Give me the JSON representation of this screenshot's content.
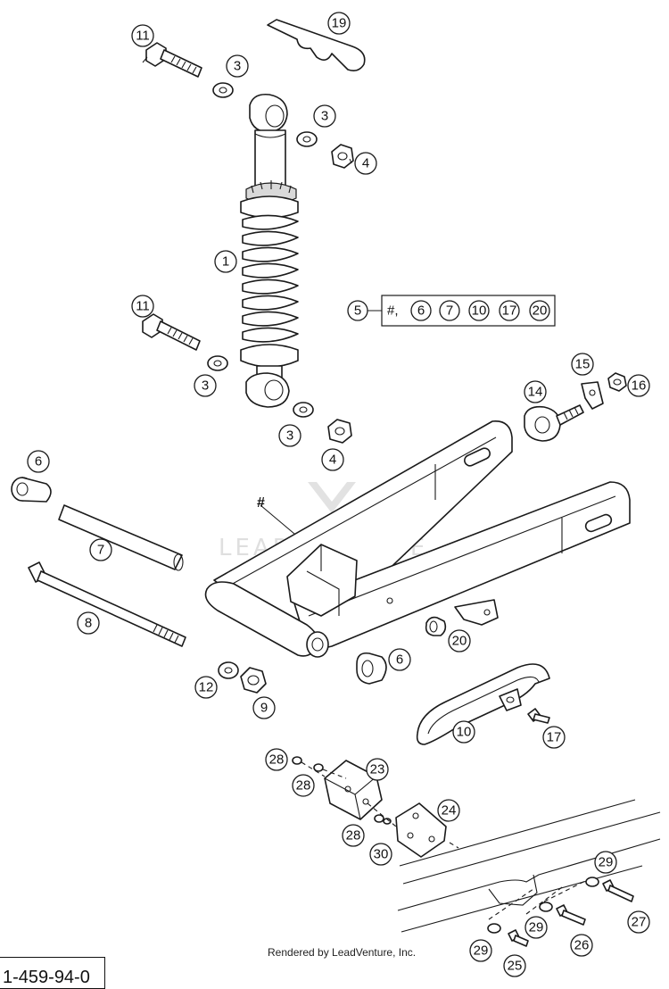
{
  "callouts": {
    "c11a": "11",
    "c19": "19",
    "c3a": "3",
    "c3b": "3",
    "c4a": "4",
    "c1": "1",
    "c11b": "11",
    "c3c": "3",
    "c3d": "3",
    "c4b": "4",
    "c14": "14",
    "c15": "15",
    "c16": "16",
    "c6a": "6",
    "c7": "7",
    "c8": "8",
    "c12": "12",
    "c9": "9",
    "c6b": "6",
    "c20": "20",
    "c10": "10",
    "c17": "17",
    "c28a": "28",
    "c28b": "28",
    "c23": "23",
    "c24": "24",
    "c28c": "28",
    "c30": "30",
    "c29a": "29",
    "c27": "27",
    "c29b": "29",
    "c26": "26",
    "c29c": "29",
    "c25": "25"
  },
  "kit": {
    "main": "5",
    "hash": "#,",
    "items": [
      "6",
      "7",
      "10",
      "17",
      "20"
    ]
  },
  "hash_label": "#",
  "watermark": "LEADVENTURE",
  "credit": "Rendered by LeadVenture, Inc.",
  "doc_number": "1-459-94-0"
}
